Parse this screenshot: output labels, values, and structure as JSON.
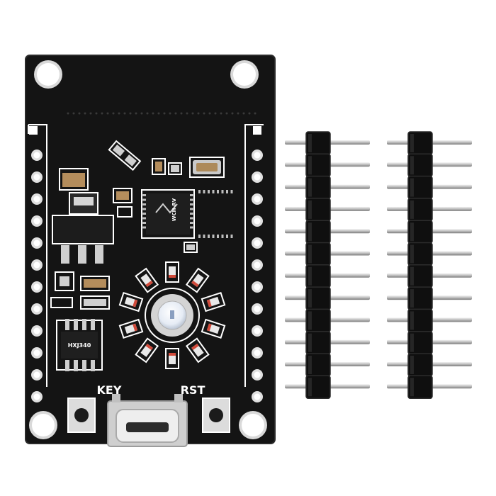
{
  "board": {
    "key_label": "KEY",
    "rst_label": "RST",
    "mcu_marking": "WCH-RV",
    "chip_marking": "HXJ340"
  },
  "colors": {
    "pcb": "#121212",
    "silkscreen": "#ffffff",
    "pad": "#d8d8d8",
    "header_plastic": "#101010",
    "header_pin": "#bdbdbd"
  }
}
